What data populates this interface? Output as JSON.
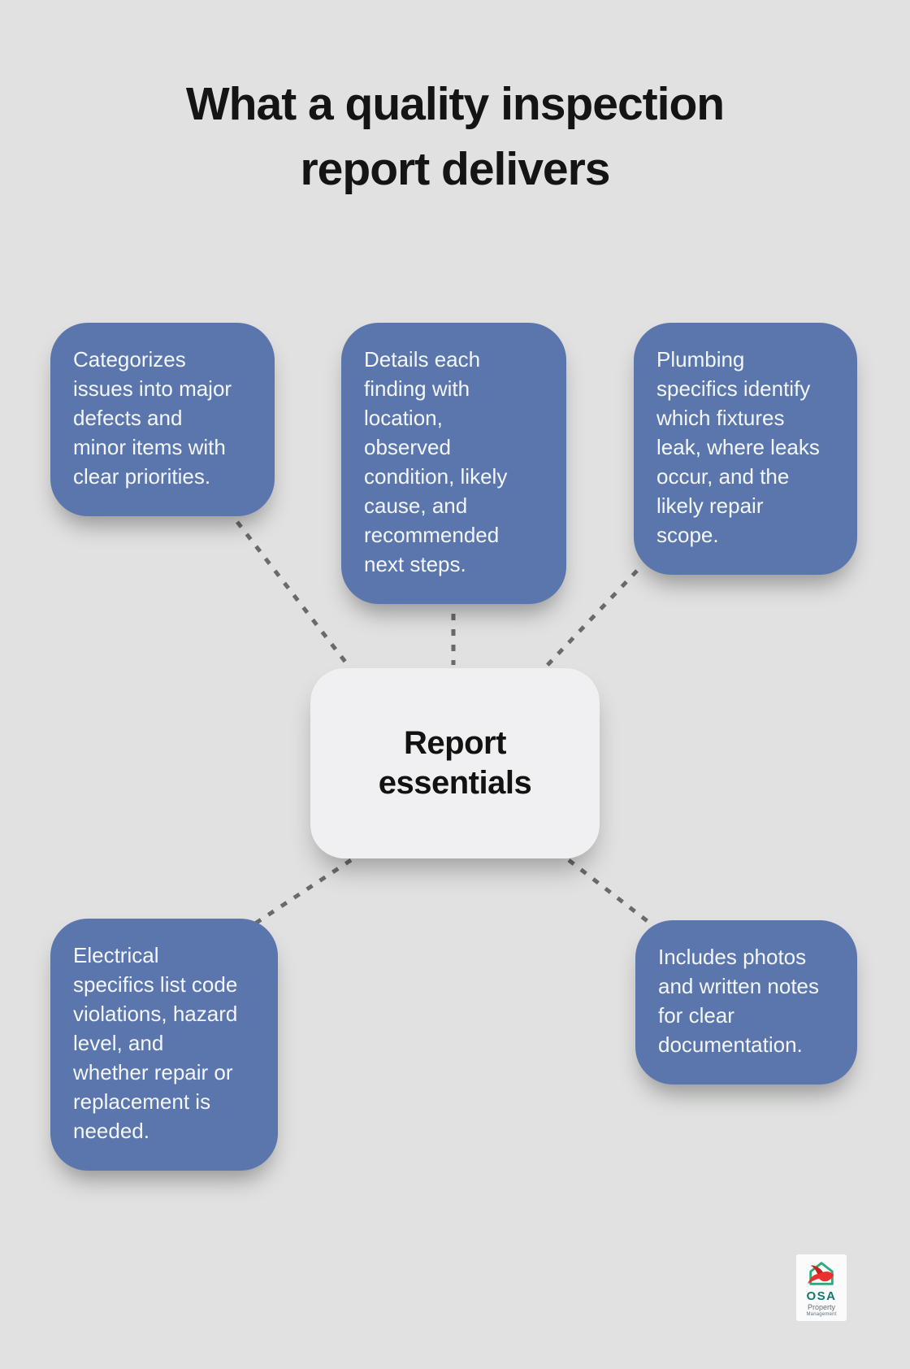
{
  "title": {
    "lines": [
      "What a quality inspection",
      "report delivers"
    ]
  },
  "center_node": {
    "label_lines": [
      "Report",
      "essentials"
    ]
  },
  "cards": [
    {
      "id": "issue-categorization",
      "lines": [
        "Categorizes",
        "issues into major",
        "defects and",
        "minor items with",
        "clear priorities."
      ]
    },
    {
      "id": "finding-details",
      "lines": [
        "Details each",
        "finding with",
        "location,",
        "observed",
        "condition, likely",
        "cause, and",
        "recommended",
        "next steps."
      ]
    },
    {
      "id": "plumbing-specifics",
      "lines": [
        "Plumbing",
        "specifics identify",
        "which fixtures",
        "leak, where leaks",
        "occur, and the",
        "likely repair",
        "scope."
      ]
    },
    {
      "id": "electrical-specifics",
      "lines": [
        "Electrical",
        "specifics list code",
        "violations, hazard",
        "level, and",
        "whether repair or",
        "replacement is",
        "needed."
      ]
    },
    {
      "id": "photo-documentation",
      "lines": [
        "Includes photos",
        "and written notes",
        "for clear",
        "documentation."
      ]
    }
  ],
  "logo": {
    "brand": "OSA",
    "sub1": "Property",
    "sub2": "Management"
  },
  "colors": {
    "bg": "#e0e1e0",
    "card": "#5b76ac",
    "cardText": "#f3f6fa",
    "centerFill": "#f0f0f2",
    "centerText": "#121212",
    "titleText": "#141414",
    "dash": "#696b6a",
    "logoCard": "#fbfbfb",
    "logoTeal": "#13796d",
    "logoGreen": "#2fa87c",
    "logoRed": "#e9322d",
    "logoRedDark": "#c6201f",
    "logoGray": "#63707a"
  }
}
